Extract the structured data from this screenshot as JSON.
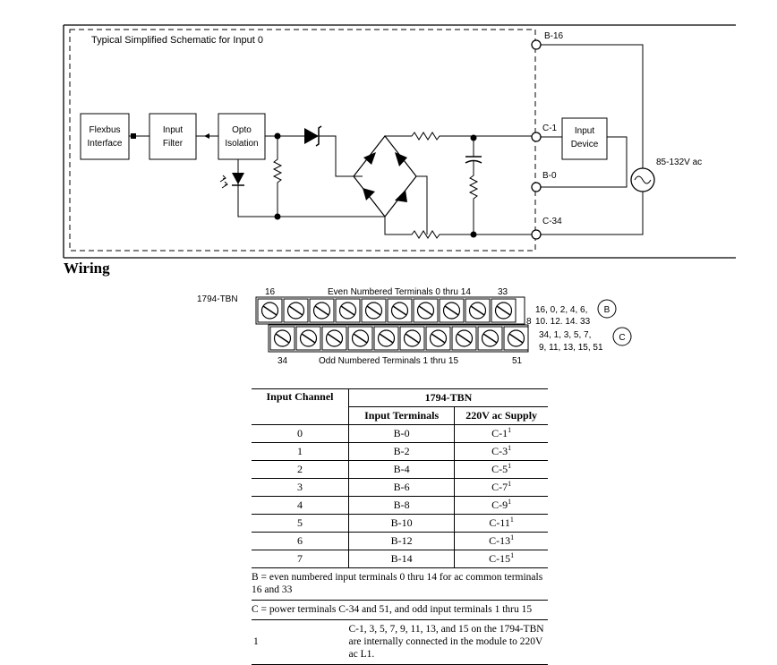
{
  "schematic": {
    "title": "Typical Simplified Schematic for Input 0",
    "blocks": {
      "flexbus": [
        "Flexbus",
        "Interface"
      ],
      "filter": [
        "Input",
        "Filter"
      ],
      "opto": [
        "Opto",
        "Isolation"
      ],
      "device": [
        "Input",
        "Device"
      ]
    },
    "terminals": {
      "b16": "B-16",
      "c1": "C-1",
      "b0": "B-0",
      "c34": "C-34"
    },
    "supply": "85-132V ac"
  },
  "wiring": {
    "heading": "Wiring",
    "base": "1794-TBN",
    "top_row": {
      "label": "Even Numbered Terminals 0 thru 14",
      "left": "16",
      "right": "33",
      "count": 10,
      "side_text": [
        "16, 0, 2, 4, 6,",
        "10. 12. 14. 33"
      ],
      "side_num": "8",
      "badge": "B"
    },
    "bottom_row": {
      "label": "Odd Numbered Terminals 1 thru 15",
      "left": "34",
      "right": "51",
      "count": 10,
      "side_text": [
        "34, 1, 3, 5, 7,",
        "9, 11, 13, 15, 51"
      ],
      "badge": "C"
    }
  },
  "table": {
    "col1": "Input    Channel",
    "group": "1794-TBN",
    "col2": "Input    Terminals",
    "col3": "220V ac  Supply",
    "rows": [
      {
        "channel": "0",
        "input": "B-0",
        "supply": "C-1",
        "note": "1"
      },
      {
        "channel": "1",
        "input": "B-2",
        "supply": "C-3",
        "note": "1"
      },
      {
        "channel": "2",
        "input": "B-4",
        "supply": "C-5",
        "note": "1"
      },
      {
        "channel": "3",
        "input": "B-6",
        "supply": "C-7",
        "note": "1"
      },
      {
        "channel": "4",
        "input": "B-8",
        "supply": "C-9",
        "note": "1"
      },
      {
        "channel": "5",
        "input": "B-10",
        "supply": "C-11",
        "note": "1"
      },
      {
        "channel": "6",
        "input": "B-12",
        "supply": "C-13",
        "note": "1"
      },
      {
        "channel": "7",
        "input": "B-14",
        "supply": "C-15",
        "note": "1"
      }
    ],
    "notes": [
      "B = even numbered input terminals 0 thru 14 for ac common terminals 16 and 33",
      "C = power terminals C-34 and 51, and odd input terminals 1 thru 15"
    ],
    "footnote_num": "1",
    "footnote": "C-1, 3, 5, 7, 9, 11, 13, and 15 on the 1794-TBN are internally connected in the module to 220V ac L1."
  }
}
